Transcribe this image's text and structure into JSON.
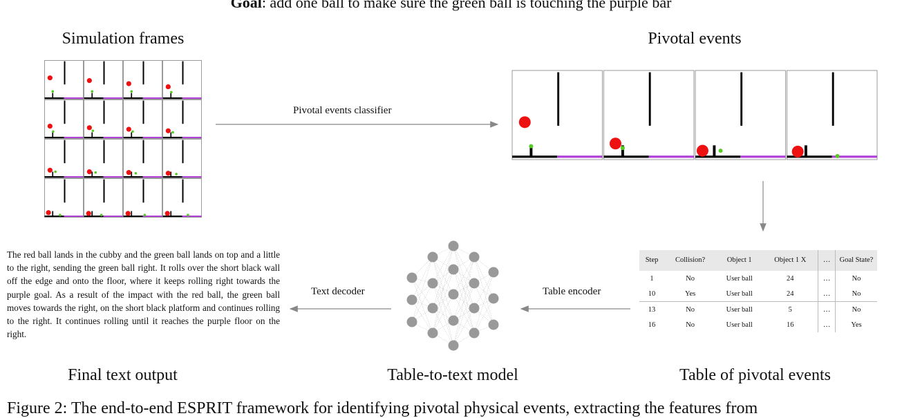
{
  "goal": {
    "bold": "Goal",
    "rest": ": add one ball to make sure the green ball is touching the purple bar"
  },
  "sections": {
    "simulation_frames": "Simulation frames",
    "pivotal_events": "Pivotal events",
    "final_text_output": "Final text output",
    "table_to_text_model": "Table-to-text model",
    "table_of_pivotal_events": "Table of pivotal events"
  },
  "arrows": {
    "classifier": "Pivotal events classifier",
    "table_encoder": "Table encoder",
    "text_decoder": "Text decoder"
  },
  "colors": {
    "ball_red": "#ee1111",
    "ball_green": "#55cc22",
    "floor_purple": "#b03fd6",
    "wall_black": "#000000",
    "arrow_gray": "#888888",
    "node_gray": "#999999"
  },
  "final_text": "The red ball lands in the cubby and the green ball lands on top and a little to the right, sending the green ball right. It rolls over the short black wall off the edge and onto the floor, where it keeps rolling right towards the purple goal. As a result of the impact with the red ball, the green ball moves towards the right, on the short black platform and continues rolling to the right. It continues rolling until it reaches the purple floor on the right.",
  "table": {
    "headers": [
      "Step",
      "Collision?",
      "Object 1",
      "Object 1 X",
      "…",
      "Goal State?"
    ],
    "rows": [
      [
        "1",
        "No",
        "User ball",
        "24",
        "…",
        "No"
      ],
      [
        "10",
        "Yes",
        "User ball",
        "24",
        "…",
        "No"
      ],
      [
        "13",
        "No",
        "User ball",
        "5",
        "…",
        "No"
      ],
      [
        "16",
        "No",
        "User ball",
        "16",
        "…",
        "Yes"
      ]
    ]
  },
  "caption": "Figure 2: The end-to-end ESPRIT framework for identifying pivotal physical events, extracting the features from"
}
